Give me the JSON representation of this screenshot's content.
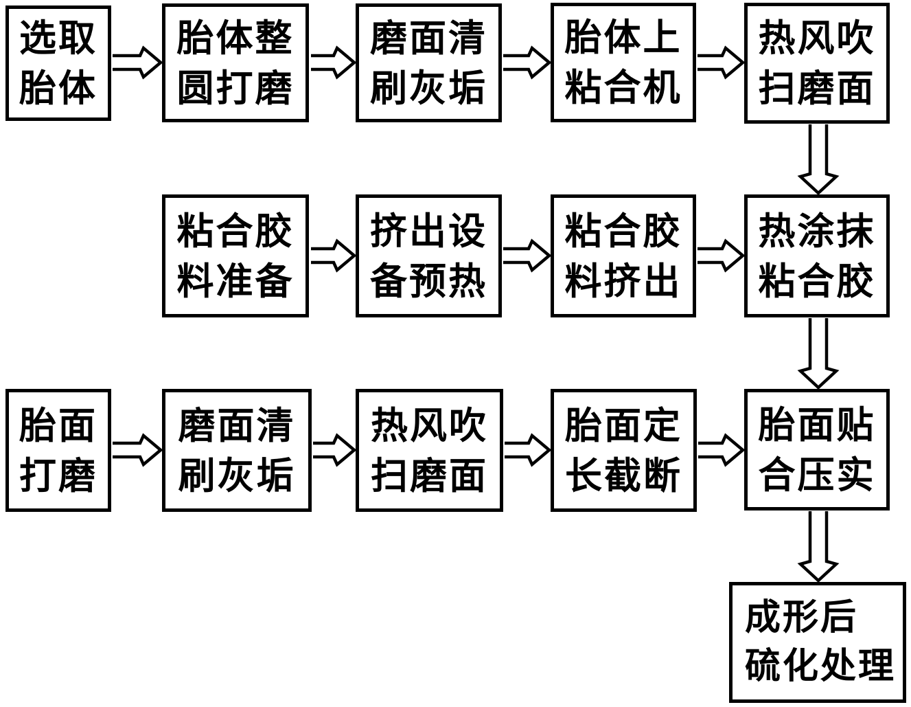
{
  "diagram": {
    "type": "flowchart",
    "background_color": "#ffffff",
    "line_color": "#000000",
    "box_fill": "#ffffff",
    "nodes": [
      {
        "label": "选取胎体",
        "line1": "选取",
        "line2": "胎体"
      },
      {
        "label": "胎体整圆打磨",
        "line1": "胎体整",
        "line2": "圆打磨"
      },
      {
        "label": "磨面清刷灰垢",
        "line1": "磨面清",
        "line2": "刷灰垢"
      },
      {
        "label": "胎体上粘合机",
        "line1": "胎体上",
        "line2": "粘合机"
      },
      {
        "label": "热风吹扫磨面",
        "line1": "热风吹",
        "line2": "扫磨面"
      },
      {
        "label": "粘合胶料准备",
        "line1": "粘合胶",
        "line2": "料准备"
      },
      {
        "label": "挤出设备预热",
        "line1": "挤出设",
        "line2": "备预热"
      },
      {
        "label": "粘合胶料挤出",
        "line1": "粘合胶",
        "line2": "料挤出"
      },
      {
        "label": "热涂抹粘合胶",
        "line1": "热涂抹",
        "line2": "粘合胶"
      },
      {
        "label": "胎面打磨",
        "line1": "胎面",
        "line2": "打磨"
      },
      {
        "label": "磨面清刷灰垢",
        "line1": "磨面清",
        "line2": "刷灰垢"
      },
      {
        "label": "热风吹扫磨面",
        "line1": "热风吹",
        "line2": "扫磨面"
      },
      {
        "label": "胎面定长截断",
        "line1": "胎面定",
        "line2": "长截断"
      },
      {
        "label": "胎面贴合压实",
        "line1": "胎面贴",
        "line2": "合压实"
      },
      {
        "label": "成形后硫化处理",
        "line1": "成形后",
        "line2": "硫化处理"
      }
    ],
    "connections": [
      {
        "from": "选取胎体",
        "to": "胎体整圆打磨",
        "direction": "right"
      },
      {
        "from": "胎体整圆打磨",
        "to": "磨面清刷灰垢",
        "direction": "right"
      },
      {
        "from": "磨面清刷灰垢",
        "to": "胎体上粘合机",
        "direction": "right"
      },
      {
        "from": "胎体上粘合机",
        "to": "热风吹扫磨面",
        "direction": "right"
      },
      {
        "from": "热风吹扫磨面",
        "to": "热涂抹粘合胶",
        "direction": "down"
      },
      {
        "from": "粘合胶料准备",
        "to": "挤出设备预热",
        "direction": "right"
      },
      {
        "from": "挤出设备预热",
        "to": "粘合胶料挤出",
        "direction": "right"
      },
      {
        "from": "粘合胶料挤出",
        "to": "热涂抹粘合胶",
        "direction": "right"
      },
      {
        "from": "热涂抹粘合胶",
        "to": "胎面贴合压实",
        "direction": "down"
      },
      {
        "from": "胎面打磨",
        "to": "磨面清刷灰垢",
        "direction": "right"
      },
      {
        "from": "磨面清刷灰垢",
        "to": "热风吹扫磨面",
        "direction": "right"
      },
      {
        "from": "热风吹扫磨面",
        "to": "胎面定长截断",
        "direction": "right"
      },
      {
        "from": "胎面定长截断",
        "to": "胎面贴合压实",
        "direction": "right"
      },
      {
        "from": "胎面贴合压实",
        "to": "成形后硫化处理",
        "direction": "down"
      }
    ]
  }
}
